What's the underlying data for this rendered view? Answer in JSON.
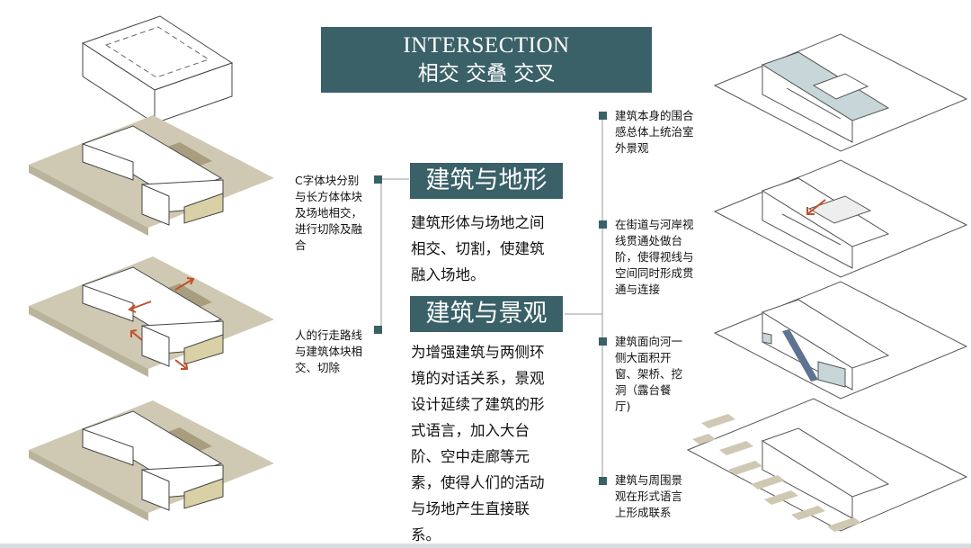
{
  "title": {
    "en": "INTERSECTION",
    "cn": "相交 交叠 交叉"
  },
  "section_terrain": {
    "heading": "建筑与地形",
    "body": [
      "建筑形体与场地之间",
      "相交、切割，使建筑",
      "融入场地。"
    ]
  },
  "section_landscape": {
    "heading": "建筑与景观",
    "body": [
      "为增强建筑与两侧环",
      "境的对话关系，景观",
      "设计延续了建筑的形",
      "式语言，加入大台",
      "阶、空中走廊等元",
      "素，使得人们的活动",
      "与场地产生直接联",
      "系。"
    ]
  },
  "left_notes": [
    {
      "lines": [
        "C字体块分别",
        "与长方体体块",
        "及场地相交，",
        "进行切除及融",
        "合"
      ]
    },
    {
      "lines": [
        "人的行走路线",
        "与建筑体块相",
        "交、切除"
      ]
    }
  ],
  "right_notes": [
    {
      "lines": [
        "建筑本身的围合",
        "感总体上统治室",
        "外景观"
      ]
    },
    {
      "lines": [
        "在街道与河岸视",
        "线贯通处做台",
        "阶，使得视线与",
        "空间同时形成贯",
        "通与连接"
      ]
    },
    {
      "lines": [
        "建筑面向河一",
        "侧大面积开",
        "窗、架桥、挖",
        "洞（露台餐",
        "厅)"
      ]
    },
    {
      "lines": [
        "建筑与周围景",
        "观在形式语言",
        "上形成联系"
      ]
    }
  ],
  "colors": {
    "accent": "#3a6068",
    "ground": "#cfc9b3",
    "courtyard": "#a89e7f",
    "arrow": "#c0502a",
    "glass": "#c7d6d8",
    "blue_bar": "#5e7391"
  }
}
